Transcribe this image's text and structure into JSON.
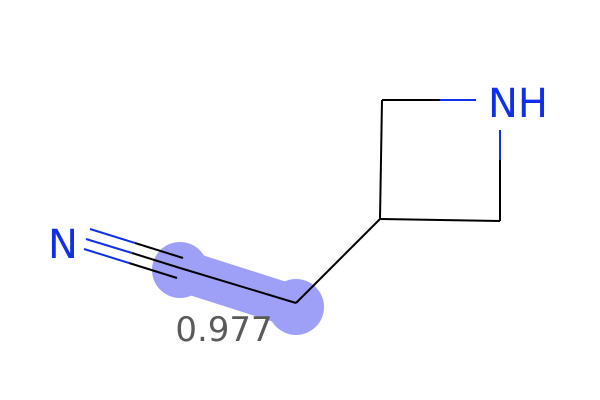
{
  "molecule": {
    "atoms": {
      "nitrile_n": "N",
      "ring_nh": "NH"
    },
    "highlight": {
      "score": "0.977"
    }
  },
  "colors": {
    "bond": "#000000",
    "nitrogen": "#1030e8",
    "highlight": "#9ea0f7",
    "score": "#5a5a5a",
    "background": "#ffffff"
  }
}
